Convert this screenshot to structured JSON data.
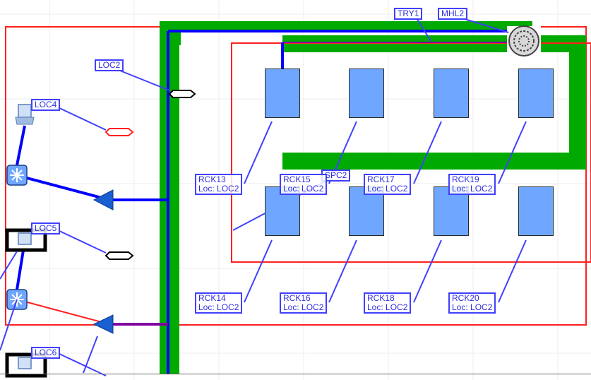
{
  "labels": {
    "try1": "TRY1",
    "mhl2": "MHL2",
    "loc2": "LOC2",
    "loc4": "LOC4",
    "loc5": "LOC5",
    "loc6": "LOC6",
    "spc2": "SPC2"
  },
  "racks": [
    {
      "name": "RCK13",
      "loc": "Loc: LOC2"
    },
    {
      "name": "RCK15",
      "loc": "Loc: LOC2"
    },
    {
      "name": "RCK17",
      "loc": "Loc: LOC2"
    },
    {
      "name": "RCK19",
      "loc": "Loc: LOC2"
    },
    {
      "name": "RCK14",
      "loc": "Loc: LOC2"
    },
    {
      "name": "RCK16",
      "loc": "Loc: LOC2"
    },
    {
      "name": "RCK18",
      "loc": "Loc: LOC2"
    },
    {
      "name": "RCK20",
      "loc": "Loc: LOC2"
    }
  ],
  "colors": {
    "tray": "#00aa00",
    "cable_blue": "#0000ff",
    "cable_purple": "#8000a0",
    "boundary": "#ff2020",
    "label": "#4040ff",
    "rack_fill": "#6fa6ff",
    "grid": "#eeeeee"
  },
  "icons": [
    "laptop-icon",
    "network-switch-icon",
    "network-switch-icon",
    "manhole-icon",
    "triangle-arrow-icon"
  ]
}
